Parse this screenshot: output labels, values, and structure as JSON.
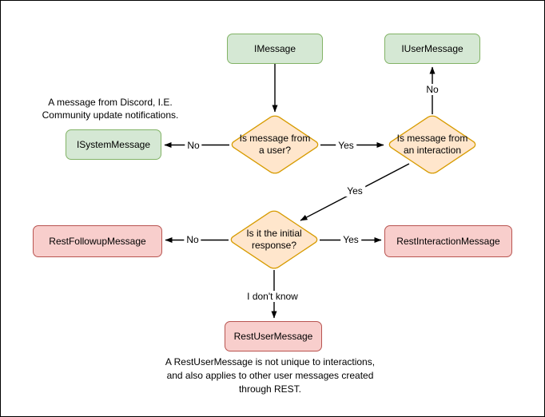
{
  "diagram": {
    "nodes": {
      "imessage": {
        "label": "IMessage"
      },
      "iusermessage": {
        "label": "IUserMessage"
      },
      "isystemmessage": {
        "label": "ISystemMessage"
      },
      "restfollowup": {
        "label": "RestFollowupMessage"
      },
      "restinteraction": {
        "label": "RestInteractionMessage"
      },
      "restuser": {
        "label": "RestUserMessage"
      }
    },
    "decisions": {
      "from_user": {
        "label": "Is message from\na user?"
      },
      "from_interaction": {
        "label": "Is message from\nan interaction"
      },
      "initial_response": {
        "label": "Is it the initial\nresponse?"
      }
    },
    "edge_labels": {
      "user_no": "No",
      "user_yes": "Yes",
      "interaction_no": "No",
      "interaction_yes": "Yes",
      "initial_no": "No",
      "initial_yes": "Yes",
      "initial_unknown": "I don't know"
    },
    "annotations": {
      "system_note": "A message from Discord, I.E.\nCommunity update notifications.",
      "restuser_note": "A RestUserMessage is not unique to interactions,\nand also applies to other user messages created\nthrough REST."
    },
    "colors": {
      "green_fill": "#d5e8d4",
      "green_border": "#82b366",
      "orange_fill": "#ffe6cc",
      "orange_border": "#d79b00",
      "red_fill": "#f8cecc",
      "red_border": "#b85450",
      "arrow": "#000000",
      "background": "#ffffff"
    }
  }
}
